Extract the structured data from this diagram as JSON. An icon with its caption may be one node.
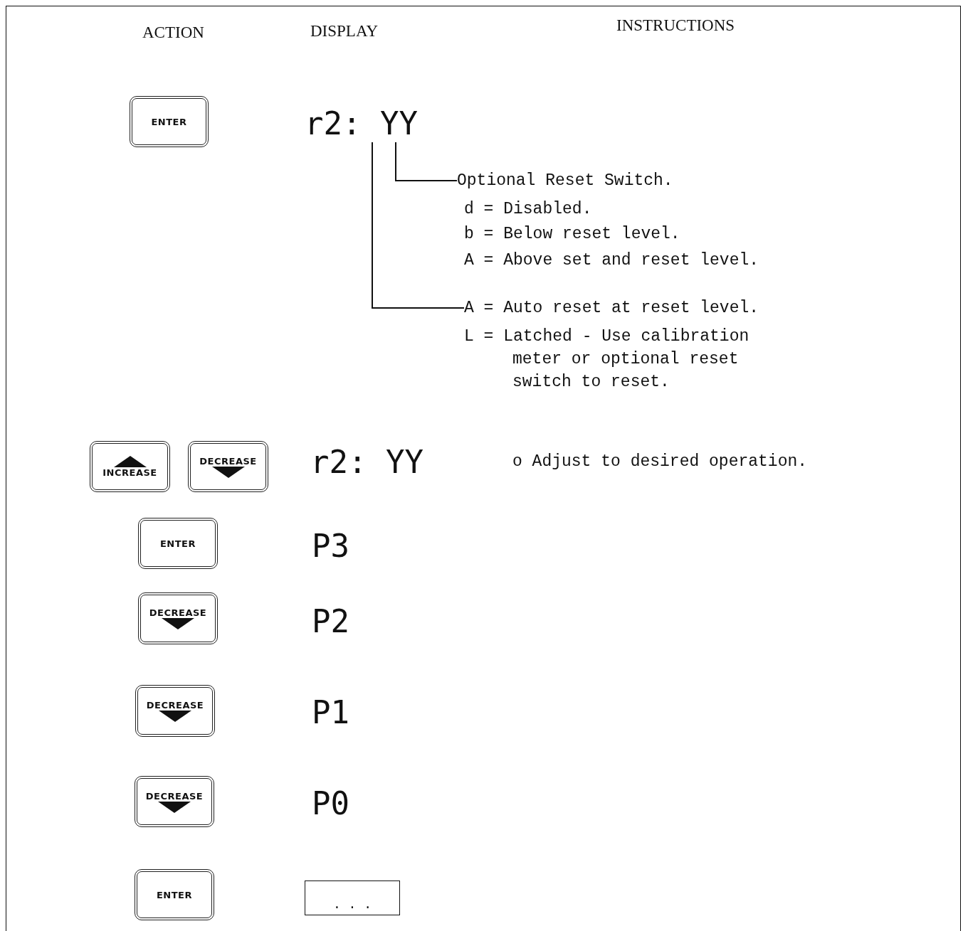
{
  "diagram": {
    "nodes": [
      {
        "text": [
          "ENTER"
        ]
      },
      {
        "text": [
          "r2: YY"
        ]
      },
      {
        "text": [
          "Optional Reset Switch."
        ]
      },
      {
        "text": [
          "A = Auto reset at reset level."
        ]
      },
      {
        "text": [
          "INCREASE"
        ]
      },
      {
        "text": [
          "DECREASE"
        ]
      },
      {
        "text": [
          "ENTER"
        ]
      },
      {
        "text": [
          "DECREASE"
        ]
      },
      {
        "text": [
          "DECREASE"
        ]
      },
      {
        "text": [
          "DECREASE"
        ]
      },
      {
        "text": [
          "ENTER"
        ]
      },
      {
        "text": [
          ". . ."
        ]
      }
    ],
    "edges": [
      {
        "from": 1,
        "to": 2,
        "arrow": "none"
      },
      {
        "from": 1,
        "to": 3,
        "arrow": "none"
      }
    ],
    "labels": [
      "ACTION",
      "DISPLAY",
      "INSTRUCTIONS",
      "d = Disabled.",
      "b = Below reset level.",
      "A = Above set and reset level.",
      "L = Latched - Use calibration meter or optional reset switch to reset.",
      "r2: YY",
      "o Adjust to desired operation.",
      "P3",
      "P2",
      "P1",
      "P0"
    ]
  }
}
